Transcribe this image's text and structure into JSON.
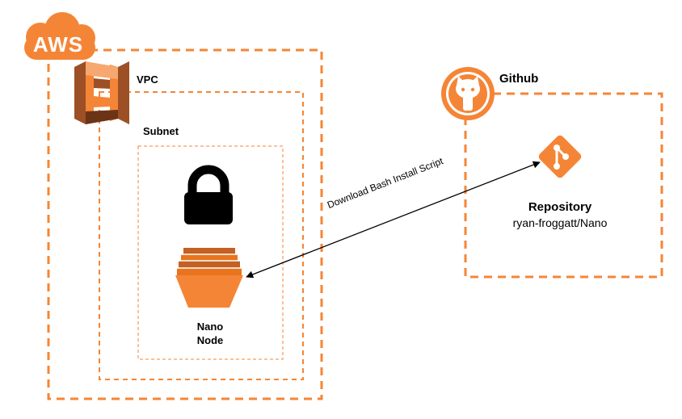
{
  "colors": {
    "accent": "#F58536",
    "text": "#000000",
    "background": "#FFFFFF"
  },
  "aws": {
    "logo_text": "AWS"
  },
  "vpc": {
    "label": "VPC"
  },
  "subnet": {
    "label": "Subnet"
  },
  "node": {
    "line1": "Nano",
    "line2": "Node"
  },
  "github": {
    "label": "Github"
  },
  "repository": {
    "title": "Repository",
    "name": "ryan-froggatt/Nano"
  },
  "connection": {
    "label": "Download Bash Install Script"
  },
  "icons": {
    "cloud": "aws-cloud-icon",
    "vpc": "vpc-icon",
    "lock": "lock-icon",
    "node": "nano-node-icon",
    "github": "github-octocat-icon",
    "git": "git-icon"
  }
}
